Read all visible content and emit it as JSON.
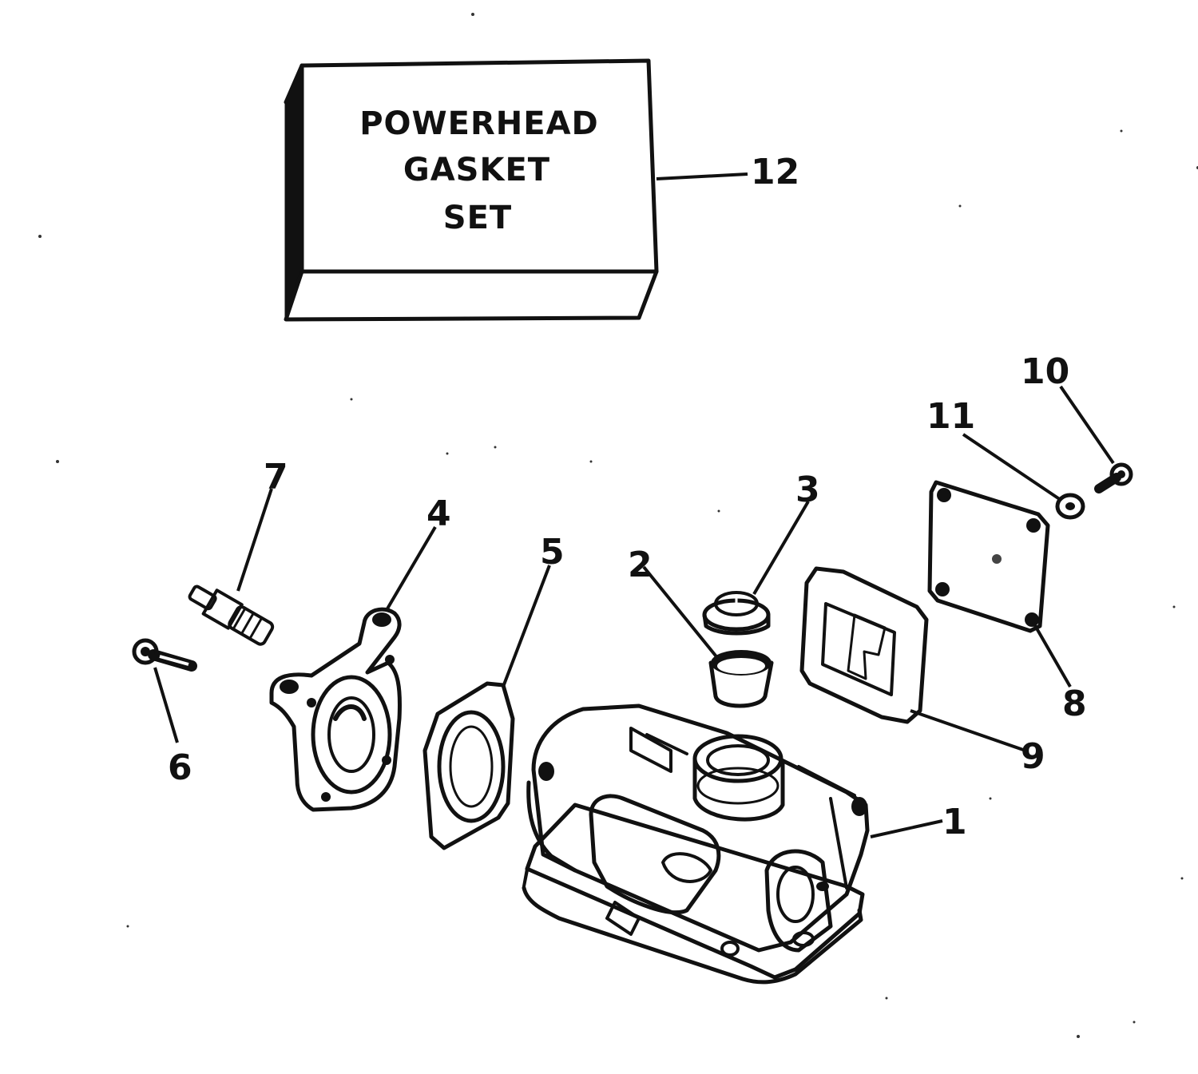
{
  "gasket_box": {
    "line1": "POWERHEAD",
    "line2": "GASKET",
    "line3": "SET"
  },
  "part_numbers": {
    "p1": "1",
    "p2": "2",
    "p3": "3",
    "p4": "4",
    "p5": "5",
    "p6": "6",
    "p7": "7",
    "p8": "8",
    "p9": "9",
    "p10": "10",
    "p11": "11",
    "p12": "12"
  },
  "colors": {
    "ink": "#111111",
    "paper": "#ffffff",
    "grey_fill": "#d9d9d9"
  }
}
